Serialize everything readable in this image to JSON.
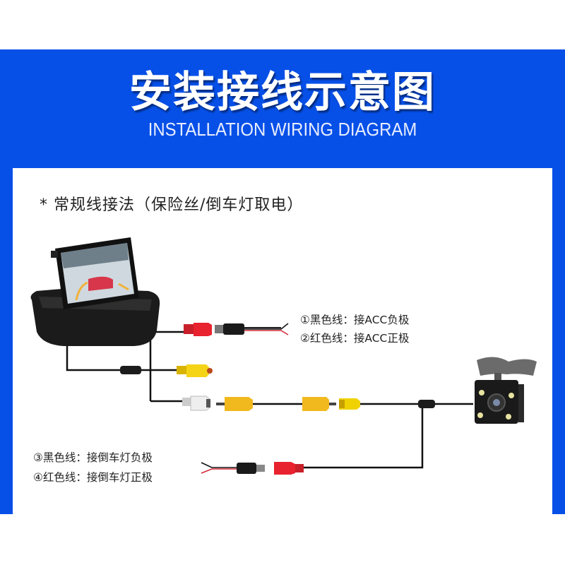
{
  "header": {
    "title_cn": "安装接线示意图",
    "title_en": "INSTALLATION WIRING DIAGRAM",
    "background_color": "#0650e8"
  },
  "section": {
    "subtitle": "* 常规线接法（保险丝/倒车灯取电）"
  },
  "components": {
    "monitor": "foldable-car-monitor",
    "camera": "rear-view-camera-4-led",
    "connectors": [
      "dc-power-female-red",
      "dc-power-male-black",
      "rca-yellow-female",
      "rca-white-female",
      "rca-yellow-extension-male",
      "rca-yellow-extension-female",
      "rca-yellow-camera"
    ]
  },
  "labels": {
    "acc_black": "①黑色线：接ACC负极",
    "acc_red": "②红色线：接ACC正极",
    "reverse_black": "③黑色线：接倒车灯负极",
    "reverse_red": "④红色线：接倒车灯正极"
  },
  "colors": {
    "wire": "#111111",
    "red_wire": "#d42a3a",
    "rca_yellow": "#f2b91e",
    "plug_red": "#e8222e"
  }
}
